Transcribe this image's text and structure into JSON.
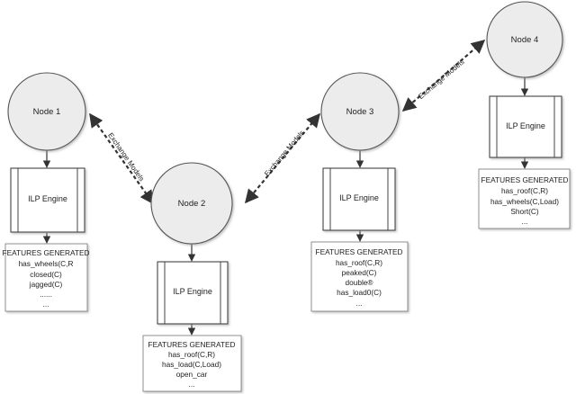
{
  "nodes": {
    "node1": "Node 1",
    "node2": "Node 2",
    "node3": "Node 3",
    "node4": "Node 4"
  },
  "engines": {
    "engine1": "ILP Engine",
    "engine2": "ILP Engine",
    "engine3": "ILP Engine",
    "engine4": "ILP Engine"
  },
  "features": {
    "f1": {
      "title": "FEATURES GENERATED",
      "items": [
        "has_wheels(C,R",
        "closed(C)",
        "jagged(C)",
        "......",
        "..."
      ]
    },
    "f2": {
      "title": "FEATURES GENERATED",
      "items": [
        "has_roof(C,R)",
        "has_load(C,Load)",
        "open_car",
        "..."
      ]
    },
    "f3": {
      "title": "FEATURES GENERATED",
      "items": [
        "has_roof(C,R)",
        "peaked(C)",
        "double®",
        "has_load0(C)",
        "..."
      ]
    },
    "f4": {
      "title": "FEATURES GENERATED",
      "items": [
        "has_roof(C,R)",
        "has_wheels(C,Load)",
        "Short(C)",
        "..."
      ]
    }
  },
  "edges": {
    "e12": "Exchange Models",
    "e23": "Exchange Models",
    "e34": "Exchange Models"
  }
}
